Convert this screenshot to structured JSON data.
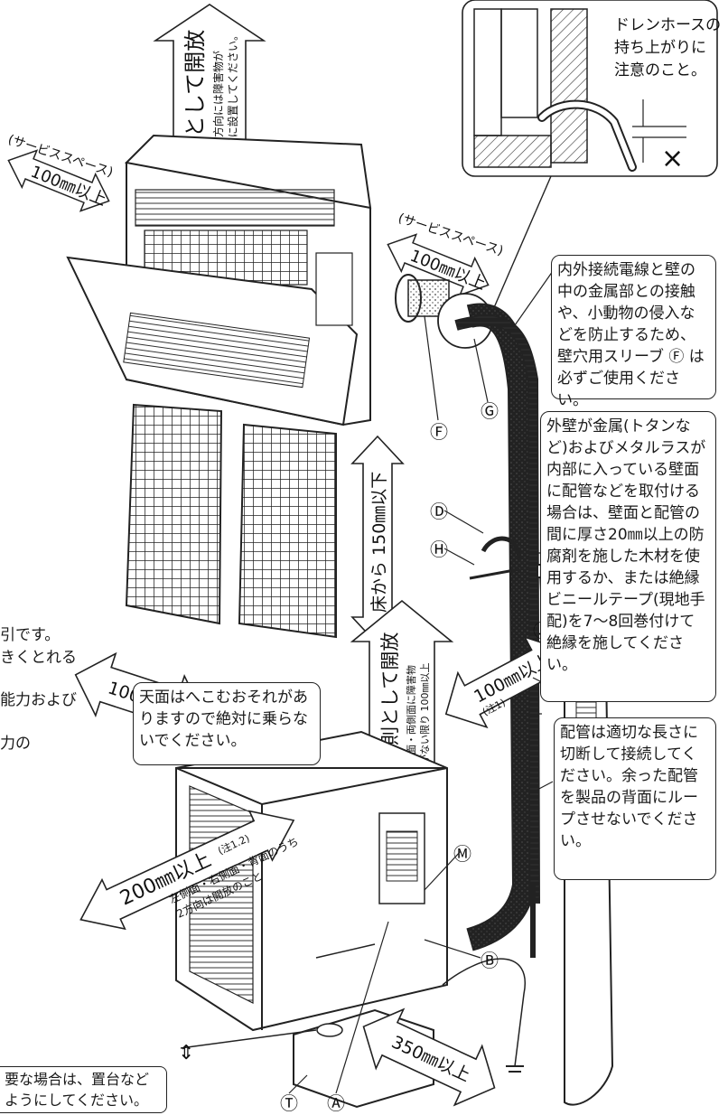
{
  "inset_note": "ドレンホースの\n持ち上がりに\n注意のこと。",
  "inset_mark": "×",
  "upper_arrow_text": "原則として開放",
  "upper_arrow_sub1": "吹き出し方向には障害物が",
  "upper_arrow_sub2": "ないように設置してください。",
  "service_space_label": "(サービススペース)",
  "left_clear": "100㎜以上",
  "right_clear": "100㎜以上",
  "floor_clear": "床から 150㎜以下",
  "note_sleeve": "内外接続電線と壁の中の金属部との接触や、小動物の侵入などを防止するため、壁穴用スリーブ Ⓕ は必ずご使用ください。",
  "note_metal_wall": "外壁が金属(トタンなど)およびメタルラスが内部に入っている壁面に配管などを取付ける場合は、壁面と配管の間に厚さ20㎜以上の防腐剤を施した木材を使用するか、または絶縁ビニールテープ(現地手配)を7〜8回巻付けて絶縁を施してください。",
  "note_pipe": "配管は適切な長さに切断して接続してください。余った配管を製品の背面にループさせないでください。",
  "note_top": "天面はへこむおそれがありますので絶対に乗らないでください。",
  "partial_text_1": "引です。",
  "partial_text_2": "きくとれる",
  "partial_text_3": "能力および",
  "partial_text_4": "力の",
  "partial_bottom": "要な場合は、置台など\nようにしてください。",
  "outdoor_arrow_text": "原則として開放",
  "outdoor_arrow_sub1": "正面・両側面に障害物",
  "outdoor_arrow_sub2": "がない限り 100㎜以上",
  "outdoor_left": "100㎜以上",
  "outdoor_right": "100㎜以上",
  "outdoor_right_note": "(注1)",
  "outdoor_200": "200㎜以上",
  "outdoor_200_note": "(注1.2)",
  "outdoor_200_sub1": "左側面・右側面・背面のうち",
  "outdoor_200_sub2": "2方向は開放のこと",
  "outdoor_350": "350㎜以上",
  "labels": [
    "Ⓕ",
    "Ⓖ",
    "Ⓓ",
    "Ⓗ",
    "Ⓙ",
    "Ⓜ",
    "Ⓑ",
    "Ⓣ",
    "Ⓐ"
  ]
}
